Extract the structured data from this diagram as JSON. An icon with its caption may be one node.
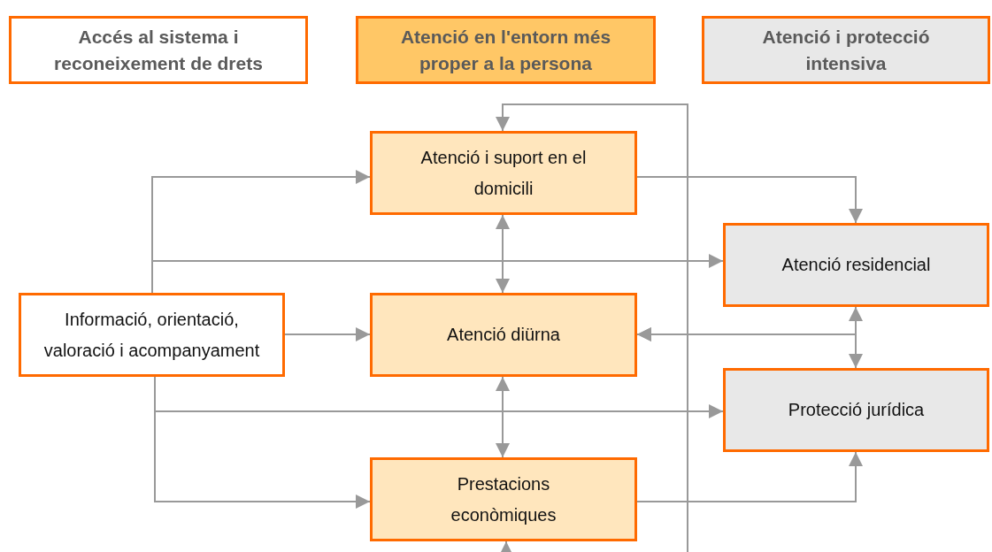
{
  "diagram": {
    "nodes": [
      {
        "text": [
          "Accés al sistema i reconeixement de drets"
        ]
      },
      {
        "text": [
          "Atenció en l'entorn més proper a la persona"
        ]
      },
      {
        "text": [
          "Atenció i protecció intensiva"
        ]
      },
      {
        "text": [
          "Atenció i suport en el domicili"
        ]
      },
      {
        "text": [
          "Atenció residencial"
        ]
      },
      {
        "text": [
          "Informació, orientació, valoració i acompanyament"
        ]
      },
      {
        "text": [
          "Atenció diürna"
        ]
      },
      {
        "text": [
          "Protecció jurídica"
        ]
      },
      {
        "text": [
          "Prestacions econòmiques"
        ]
      }
    ],
    "edges": [
      {
        "from": 5,
        "to": 3,
        "arrow": "to"
      },
      {
        "from": 5,
        "to": 4,
        "arrow": "to"
      },
      {
        "from": 5,
        "to": 6,
        "arrow": "to"
      },
      {
        "from": 5,
        "to": 7,
        "arrow": "to"
      },
      {
        "from": 5,
        "to": 8,
        "arrow": "to"
      },
      {
        "from": 3,
        "to": 6,
        "arrow": "both"
      },
      {
        "from": 6,
        "to": 8,
        "arrow": "both"
      },
      {
        "from": 3,
        "to": 4,
        "arrow": "to"
      },
      {
        "from": 4,
        "to": 7,
        "arrow": "both"
      },
      {
        "from": 4,
        "to": 6,
        "arrow": "to"
      },
      {
        "from": 7,
        "to": 6,
        "arrow": "to"
      },
      {
        "from": 8,
        "to": 7,
        "arrow": "to"
      },
      {
        "from": null,
        "to": 3,
        "arrow": "to"
      },
      {
        "from": null,
        "to": 8,
        "arrow": "to"
      }
    ]
  }
}
